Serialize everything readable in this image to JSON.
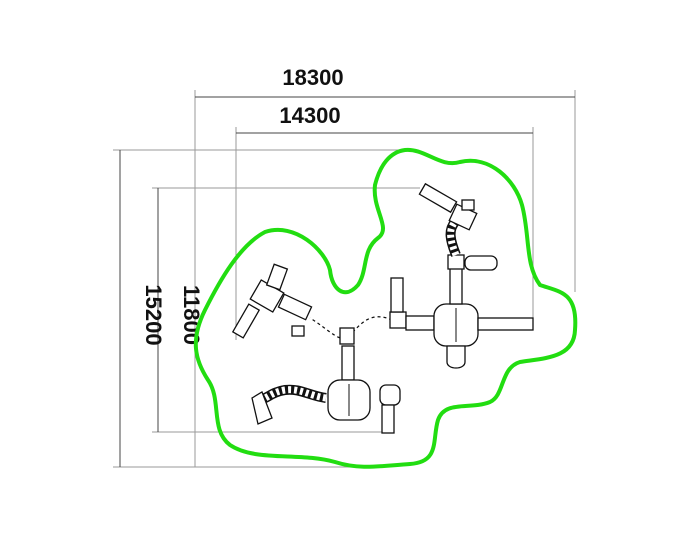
{
  "dimensions": {
    "overall_width": "18300",
    "inner_width": "14300",
    "overall_depth": "15200",
    "inner_depth": "11800"
  },
  "colors": {
    "safety_zone": "#22dd11",
    "equipment": "#111111",
    "dimension_lines": "#9a9a9a"
  }
}
